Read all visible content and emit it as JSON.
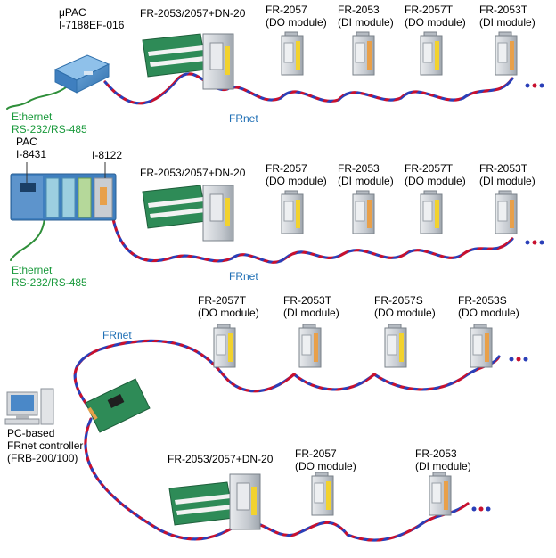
{
  "colors": {
    "cable_red": "#c8102e",
    "cable_blue": "#2a3fb8",
    "text_green": "#1a9a3c",
    "text_blue": "#1f6fb5",
    "module_yellow": "#f2d22e",
    "module_orange": "#e8a04a",
    "module_gray": "#c9cdd2",
    "board_green": "#2e8b57"
  },
  "section1": {
    "controller_line1": "μPAC",
    "controller_line2": "I-7188EF-016",
    "ethernet": "Ethernet",
    "serial": "RS-232/RS-485",
    "mount_label": "FR-2053/2057+DN-20",
    "frnet": "FRnet",
    "modules": [
      {
        "name": "FR-2057",
        "type": "(DO module)"
      },
      {
        "name": "FR-2053",
        "type": "(DI module)"
      },
      {
        "name": "FR-2057T",
        "type": "(DO module)"
      },
      {
        "name": "FR-2053T",
        "type": "(DI module)"
      }
    ]
  },
  "section2": {
    "pac_line1": "PAC",
    "pac_line2": "I-8431",
    "card_label": "I-8122",
    "ethernet": "Ethernet",
    "serial": "RS-232/RS-485",
    "mount_label": "FR-2053/2057+DN-20",
    "frnet": "FRnet",
    "modules": [
      {
        "name": "FR-2057",
        "type": "(DO module)"
      },
      {
        "name": "FR-2053",
        "type": "(DI module)"
      },
      {
        "name": "FR-2057T",
        "type": "(DO module)"
      },
      {
        "name": "FR-2053T",
        "type": "(DI module)"
      }
    ]
  },
  "section3": {
    "frnet": "FRnet",
    "modules": [
      {
        "name": "FR-2057T",
        "type": "(DO module)"
      },
      {
        "name": "FR-2053T",
        "type": "(DI module)"
      },
      {
        "name": "FR-2057S",
        "type": "(DO module)"
      },
      {
        "name": "FR-2053S",
        "type": "(DO module)"
      }
    ]
  },
  "section4": {
    "pc_line1": "PC-based",
    "pc_line2": "FRnet controller",
    "pc_line3": "(FRB-200/100)",
    "mount_label": "FR-2053/2057+DN-20",
    "modules": [
      {
        "name": "FR-2057",
        "type": "(DO module)"
      },
      {
        "name": "FR-2053",
        "type": "(DI module)"
      }
    ]
  }
}
